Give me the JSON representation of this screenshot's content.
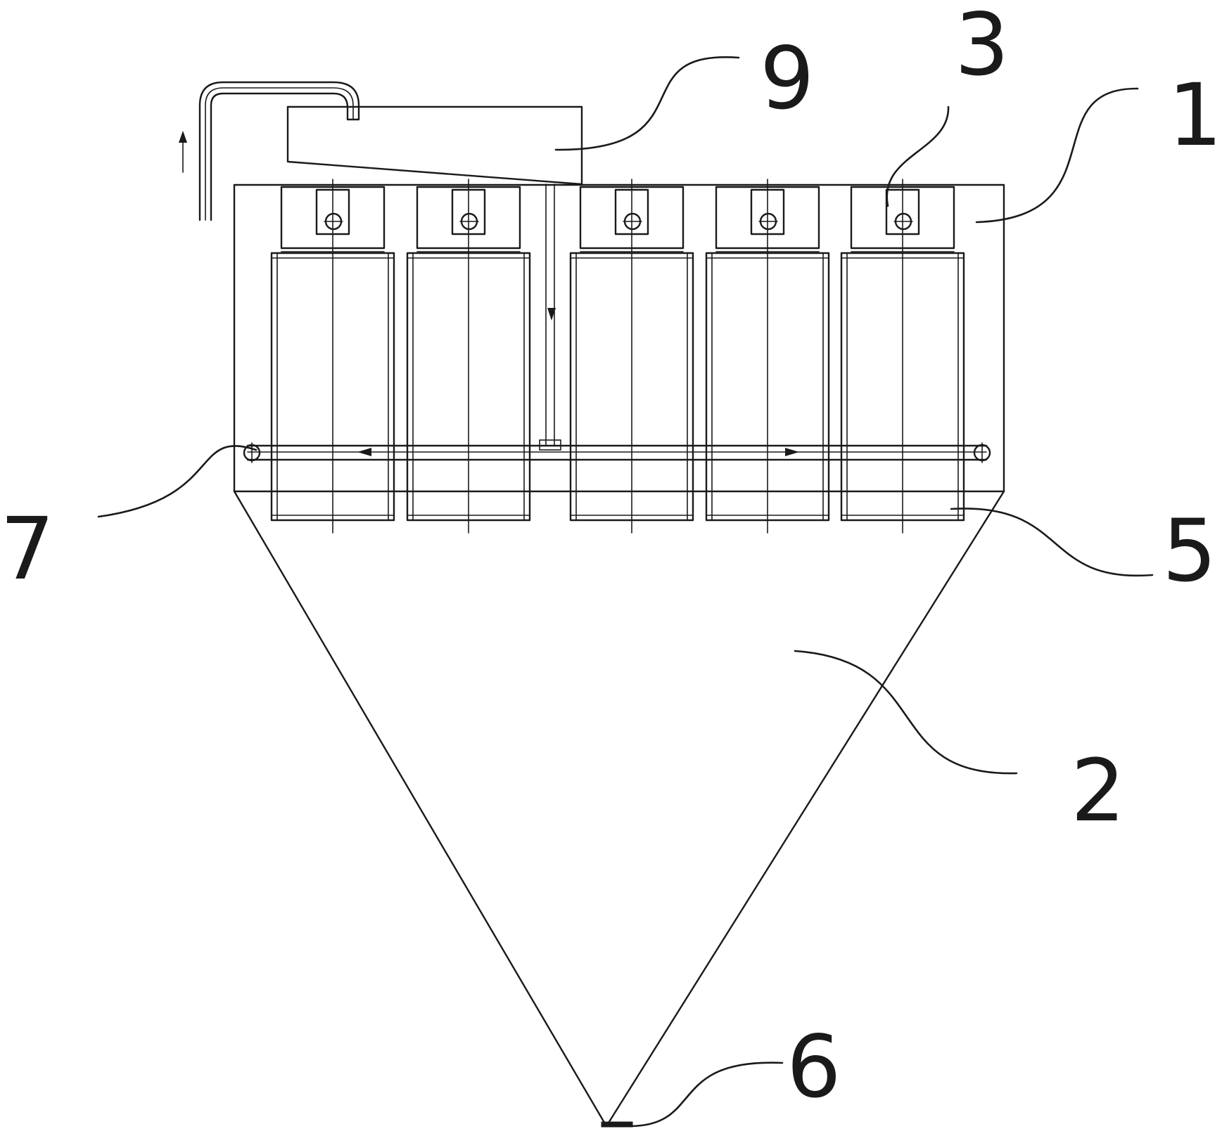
{
  "figure": {
    "labels": {
      "label_1": "1",
      "label_2": "2",
      "label_3": "3",
      "label_5": "5",
      "label_6": "6",
      "label_7": "7",
      "label_9": "9"
    },
    "filter_bag_count": 5
  }
}
